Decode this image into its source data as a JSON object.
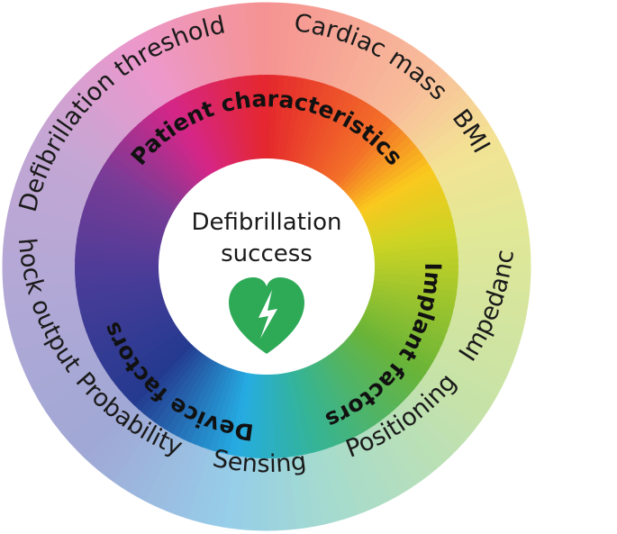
{
  "center": {
    "line1": "Defibrillation",
    "line2": "success"
  },
  "icon": {
    "name": "heart-lightning-icon",
    "color": "#2eaa57"
  },
  "categories": [
    {
      "label": "Patient characteristics",
      "color": "#e4272d"
    },
    {
      "label": "Implant factors",
      "color": "#5aa83a"
    },
    {
      "label": "Device factors",
      "color": "#243a8f"
    }
  ],
  "outer_factors": [
    "Defibrillation threshold",
    "Cardiac mass",
    "BMI",
    "Impedance",
    "Positioning",
    "Sensing",
    "Probability",
    "Shock output"
  ]
}
